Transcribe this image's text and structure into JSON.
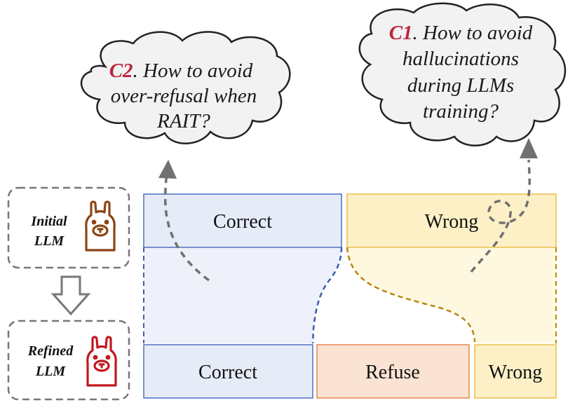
{
  "clouds": {
    "c2": {
      "tag": "C2",
      "line1": ". How to avoid",
      "line2": "over-refusal when",
      "line3": "RAIT?"
    },
    "c1": {
      "tag": "C1",
      "line1": ". How to avoid",
      "line2": "hallucinations",
      "line3": "during LLMs",
      "line4": "training?"
    }
  },
  "models": {
    "initial": {
      "line1": "Initial",
      "line2": "LLM"
    },
    "refined": {
      "line1": "Refined",
      "line2": "LLM"
    }
  },
  "top_row": {
    "correct": "Correct",
    "wrong": "Wrong"
  },
  "bottom_row": {
    "correct": "Correct",
    "refuse": "Refuse",
    "wrong": "Wrong"
  },
  "colors": {
    "correct_fill": "#e7ecf7",
    "correct_stroke": "#4e6fc0",
    "wrong_fill": "#fdf0c6",
    "wrong_stroke": "#e9c04a",
    "refuse_fill": "#fae3d2",
    "refuse_stroke": "#e08a50",
    "accent_red": "#c0223c",
    "initial_llama": "#8b4513",
    "refined_llama": "#c0191e",
    "arrow_gray": "#707070"
  }
}
